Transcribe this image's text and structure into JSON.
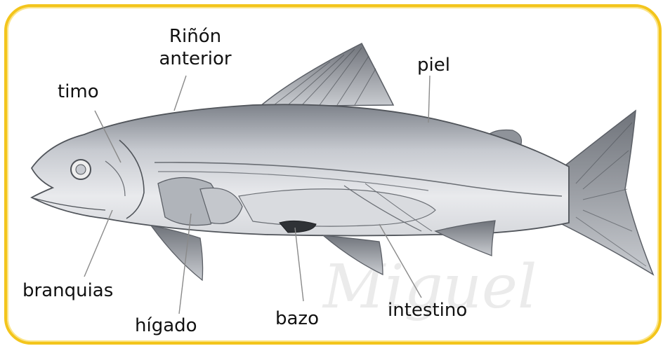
{
  "diagram": {
    "labels": {
      "rinon_line1": "Riñón",
      "rinon_line2": "anterior",
      "piel": "piel",
      "timo": "timo",
      "branquias": "branquias",
      "higado": "hígado",
      "bazo": "bazo",
      "intestino": "intestino"
    },
    "watermark": "Miguel",
    "colors": {
      "frame_border": "#f3c51c",
      "fish_body": "#b8bcc4",
      "fish_dark": "#5b5f66",
      "leader_line": "#8a8a8a"
    }
  }
}
